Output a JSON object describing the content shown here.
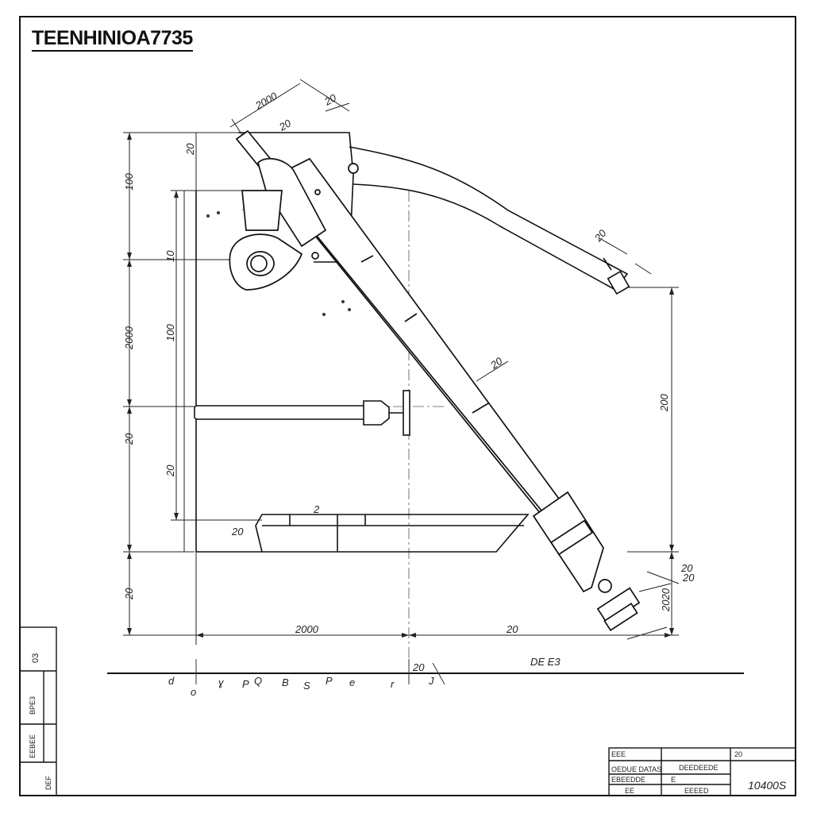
{
  "drawing": {
    "title": "TEENHINIOA7735",
    "dimensions": {
      "top_diag_1": "2000",
      "top_diag_2": "20",
      "top_diag_3": "20",
      "left_outer_top": "100",
      "left_outer_mid": "2000",
      "left_outer_low": "20",
      "left_outer_bot": "20",
      "left_inner_1": "20",
      "left_inner_2": "10",
      "left_inner_3": "100",
      "left_inner_4": "20",
      "right_height": "200",
      "bottom_left": "2000",
      "bottom_right": "20",
      "bottom_tick": "20",
      "right_callout": "20",
      "lower_right_1": "20",
      "lower_right_2": "20",
      "lower_right_3": "2020",
      "section_label": "DE E3",
      "base_label": "20",
      "mid_label": "2",
      "tip_label": "20"
    },
    "side_block": {
      "row_1": "03",
      "row_2": "BPE3",
      "row_3": "EEBEE",
      "row_4": "DEF"
    },
    "title_block": {
      "cell_a": "EEE",
      "cell_b": "20",
      "cell_c": "OEDUE DATAS",
      "cell_d": "DEEDEEDE",
      "cell_e": "EBEEDDE",
      "cell_f": "EE",
      "cell_g": "E",
      "cell_h": "EEEED",
      "drawing_number": "10400S"
    }
  }
}
